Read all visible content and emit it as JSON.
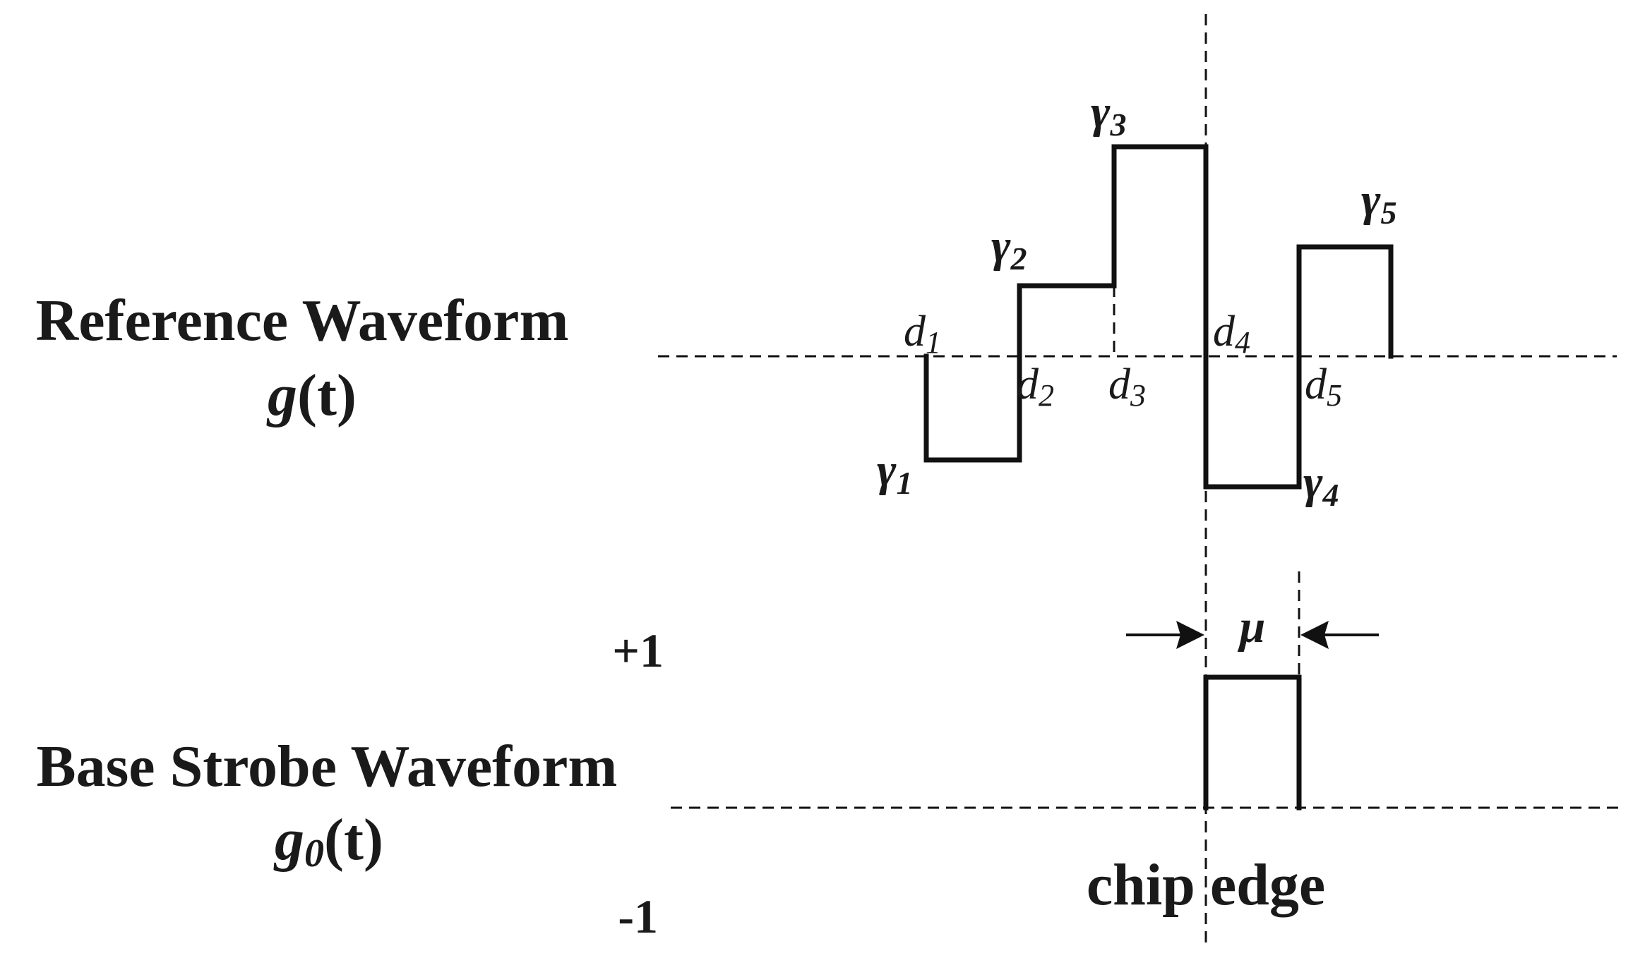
{
  "reference_waveform": {
    "title": "Reference Waveform",
    "function_base": "g",
    "function_arg": "(t)"
  },
  "strobe_waveform": {
    "title": "Base Strobe Waveform",
    "function_base": "g",
    "function_subscript": "0",
    "function_arg": "(t)"
  },
  "levels": {
    "plus_one": "+1",
    "minus_one": "-1"
  },
  "gamma_symbol": "γ",
  "gamma_subscripts": [
    "1",
    "2",
    "3",
    "4",
    "5"
  ],
  "d_symbol": "d",
  "d_subscripts": [
    "1",
    "2",
    "3",
    "4",
    "5"
  ],
  "mu_symbol": "μ",
  "chip_edge_label": "chip edge"
}
